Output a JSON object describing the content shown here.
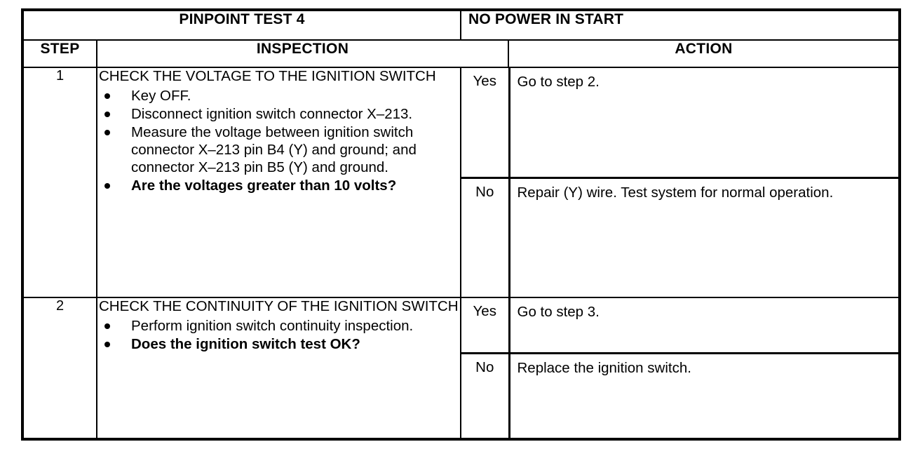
{
  "document": {
    "type": "diagnostic-pinpoint-test-table",
    "title_left": "PINPOINT TEST 4",
    "title_right": "NO POWER IN START"
  },
  "columns": {
    "step": "STEP",
    "inspection": "INSPECTION",
    "action": "ACTION"
  },
  "answers": {
    "yes": "Yes",
    "no": "No"
  },
  "rows": [
    {
      "step": "1",
      "inspection": {
        "heading": "CHECK THE VOLTAGE TO THE IGNITION SWITCH",
        "bullets": [
          {
            "text": "Key OFF.",
            "bold": false
          },
          {
            "text": "Disconnect ignition switch connector X–213.",
            "bold": false
          },
          {
            "text": "Measure the voltage between ignition switch connector X–213 pin B4 (Y) and ground; and connector X–213 pin B5 (Y) and ground.",
            "bold": false
          },
          {
            "text": "Are the voltages greater than 10 volts?",
            "bold": true
          }
        ]
      },
      "actions": {
        "yes": "Go to step 2.",
        "no": "Repair (Y) wire. Test system for normal operation."
      }
    },
    {
      "step": "2",
      "inspection": {
        "heading": "CHECK THE CONTINUITY OF THE IGNITION SWITCH",
        "bullets": [
          {
            "text": "Perform ignition switch continuity inspection.",
            "bold": false
          },
          {
            "text": "Does the ignition switch test OK?",
            "bold": true
          }
        ]
      },
      "actions": {
        "yes": "Go to step 3.",
        "no": "Replace the ignition switch."
      }
    }
  ],
  "colors": {
    "ink": "#000000",
    "paper": "#ffffff"
  }
}
